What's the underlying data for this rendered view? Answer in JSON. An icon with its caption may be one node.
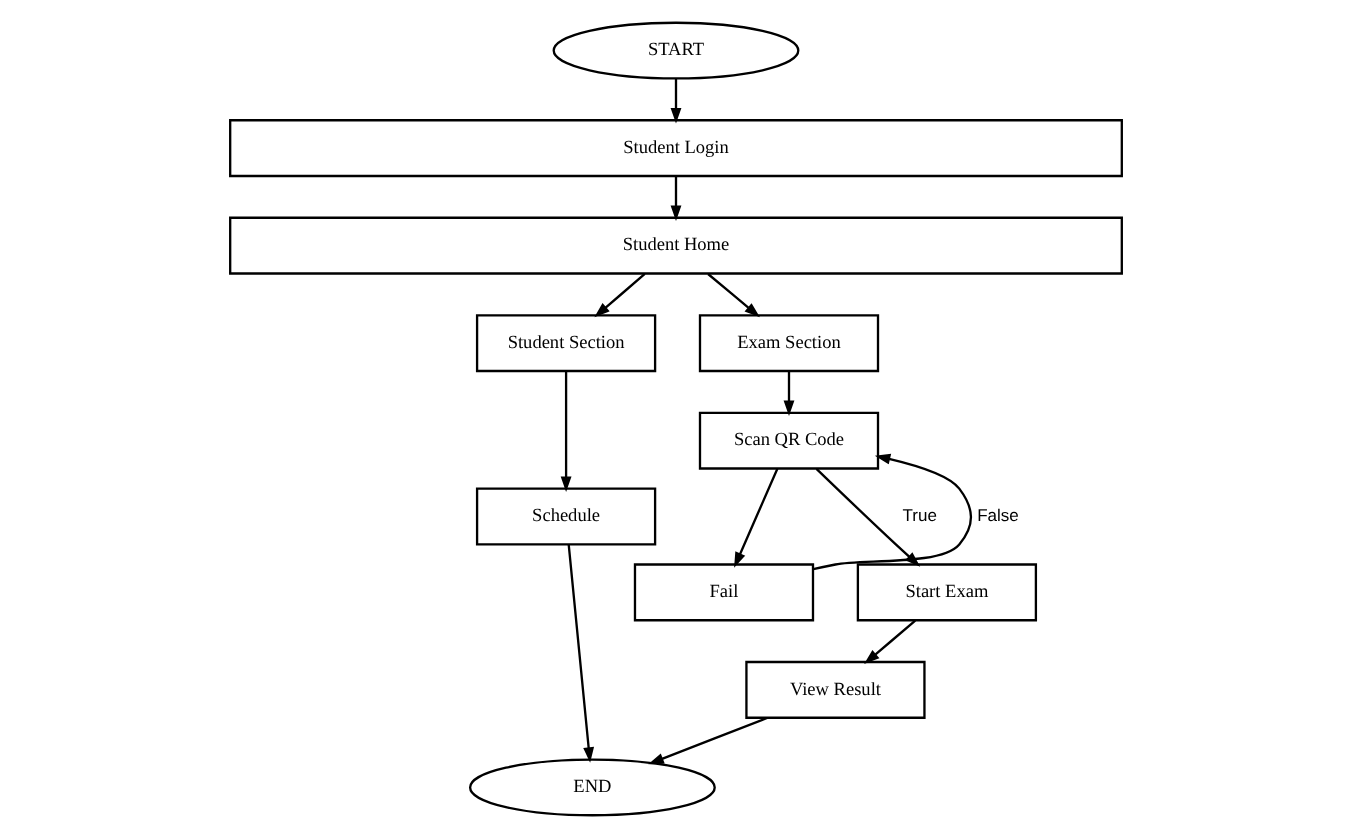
{
  "diagram": {
    "nodes": [
      {
        "text": [
          "START"
        ]
      },
      {
        "text": [
          "Student Login"
        ]
      },
      {
        "text": [
          "Student Home"
        ]
      },
      {
        "text": [
          "Student Section"
        ]
      },
      {
        "text": [
          "Exam Section"
        ]
      },
      {
        "text": [
          "Schedule"
        ]
      },
      {
        "text": [
          "Scan QR Code"
        ]
      },
      {
        "text": [
          "Fail"
        ]
      },
      {
        "text": [
          "Start Exam"
        ]
      },
      {
        "text": [
          "View Result"
        ]
      },
      {
        "text": [
          "END"
        ]
      }
    ],
    "edges": [
      {
        "from": 0,
        "to": 1,
        "arrow": "to"
      },
      {
        "from": 1,
        "to": 2,
        "arrow": "to"
      },
      {
        "from": 2,
        "to": 3,
        "arrow": "to"
      },
      {
        "from": 2,
        "to": 4,
        "arrow": "to"
      },
      {
        "from": 3,
        "to": 5,
        "arrow": "to"
      },
      {
        "from": 4,
        "to": 6,
        "arrow": "to"
      },
      {
        "from": 6,
        "to": 7,
        "arrow": "to"
      },
      {
        "from": 6,
        "to": 8,
        "arrow": "to",
        "label": "True"
      },
      {
        "from": 7,
        "to": 6,
        "arrow": "to",
        "label": "False"
      },
      {
        "from": 8,
        "to": 9,
        "arrow": "to"
      },
      {
        "from": 5,
        "to": 10,
        "arrow": "to"
      },
      {
        "from": 9,
        "to": 10,
        "arrow": "to"
      }
    ]
  }
}
